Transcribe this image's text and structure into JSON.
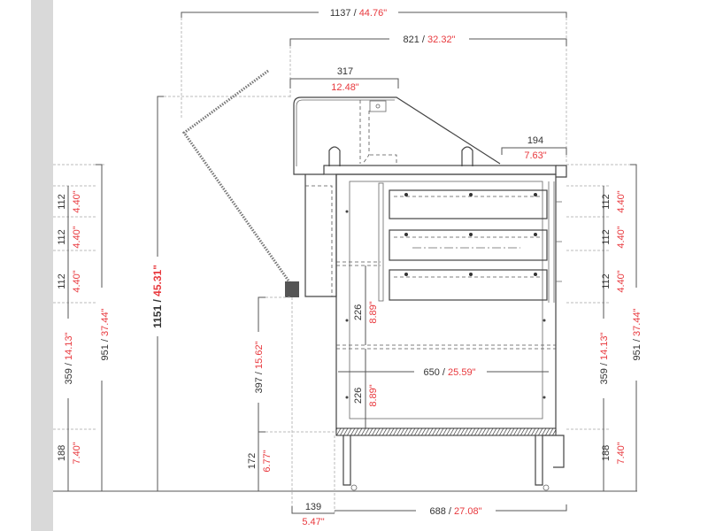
{
  "colors": {
    "metric": "#333333",
    "imperial": "#e8383d",
    "side_band": "#d9d9d9"
  },
  "dimensions": {
    "overall_depth": {
      "mm": "1137",
      "sep": " / ",
      "in": "44.76\""
    },
    "cabinet_depth": {
      "mm": "821",
      "sep": " / ",
      "in": "32.32\""
    },
    "top_shelf": {
      "mm": "317",
      "in": "12.48\""
    },
    "rear_ledge": {
      "mm": "194",
      "in": "7.63\""
    },
    "overall_height": {
      "mm": "1151",
      "sep": " / ",
      "in": "45.31\""
    },
    "counter_height": {
      "mm": "951",
      "sep": " / ",
      "in": "37.44\""
    },
    "tray_pitch_1": {
      "mm": "112",
      "in": "4.40\""
    },
    "tray_pitch_2": {
      "mm": "112",
      "in": "4.40\""
    },
    "tray_pitch_3": {
      "mm": "112",
      "in": "4.40\""
    },
    "lower_section": {
      "mm": "359",
      "sep": " / ",
      "in": "14.13\""
    },
    "base_height": {
      "mm": "188",
      "in": "7.40\""
    },
    "sneeze_guard_height": {
      "mm": "397",
      "sep": " / ",
      "in": "15.62\""
    },
    "leg_clearance": {
      "mm": "172",
      "in": "6.77\""
    },
    "shelf_space_upper": {
      "mm": "226",
      "in": "8.89\""
    },
    "shelf_space_lower": {
      "mm": "226",
      "in": "8.89\""
    },
    "inner_width": {
      "mm": "650",
      "sep": " / ",
      "in": "25.59\""
    },
    "front_overhang": {
      "mm": "139",
      "in": "5.47\""
    },
    "base_depth": {
      "mm": "688",
      "sep": " / ",
      "in": "27.08\""
    }
  }
}
